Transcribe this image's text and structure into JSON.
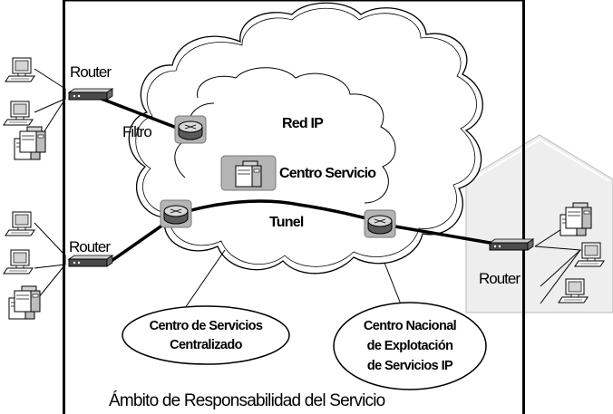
{
  "labels": {
    "router_top": "Router",
    "router_middle": "Router",
    "router_right": "Router",
    "filtro": "Filtro",
    "red_ip": "Red IP",
    "centro_servicio": "Centro Servicio",
    "tunel": "Tunel",
    "centralizado_line1": "Centro de Servicios",
    "centralizado_line2": "Centralizado",
    "nacional_line1": "Centro Nacional",
    "nacional_line2": "de Explotación",
    "nacional_line3": "de Servicios IP",
    "scope": "Ámbito de Responsabilidad del Servicio"
  },
  "icons": {
    "pc": "desktop-computer",
    "server": "server-tower",
    "router": "router-box",
    "ip_router": "ip-router-disk",
    "cloud": "ip-network-cloud",
    "building": "house-outline"
  },
  "colors": {
    "line": "#000000",
    "icon_fill": "#d4d4d4",
    "icon_tile": "#b4b4b4",
    "building": "#eeeeee"
  }
}
